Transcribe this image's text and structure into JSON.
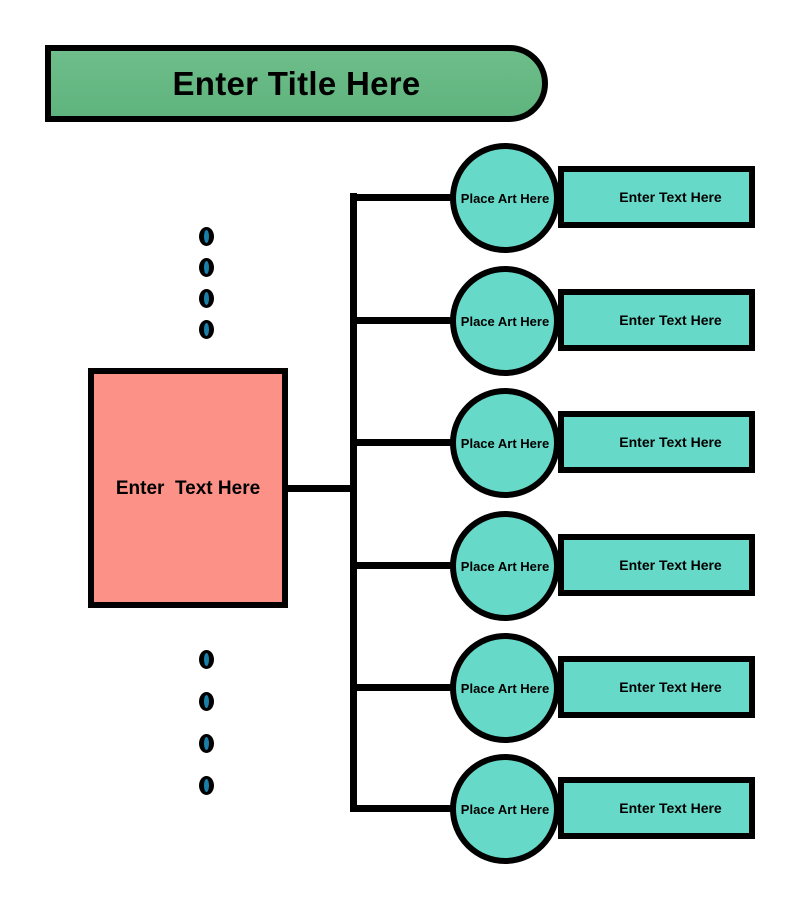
{
  "diagram": {
    "type": "radial-branch-list",
    "title_banner": {
      "label": "Enter Title Here",
      "fill_color": "#62B882",
      "border_color": "#000000"
    },
    "root_node": {
      "label": "Enter  Text Here",
      "fill_color": "#FC9187",
      "border_color": "#000000"
    },
    "branch_fill_color": "#66D9C8",
    "branch_border_color": "#000000",
    "dot_fill_color": "#1A7FA8",
    "branches": [
      {
        "circle_label": "Place Art Here",
        "text_label": "Enter Text Here"
      },
      {
        "circle_label": "Place Art Here",
        "text_label": "Enter Text Here"
      },
      {
        "circle_label": "Place Art Here",
        "text_label": "Enter Text Here"
      },
      {
        "circle_label": "Place Art Here",
        "text_label": "Enter Text Here"
      },
      {
        "circle_label": "Place Art Here",
        "text_label": "Enter Text Here"
      },
      {
        "circle_label": "Place Art Here",
        "text_label": "Enter Text Here"
      }
    ],
    "dot_groups": [
      {
        "position": "above-root",
        "count": 4
      },
      {
        "position": "below-root",
        "count": 4
      }
    ]
  }
}
